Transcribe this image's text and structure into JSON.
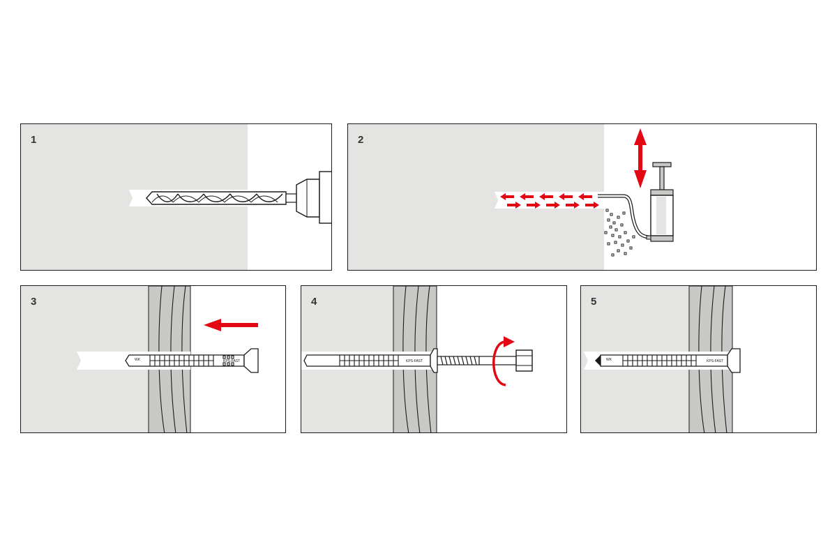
{
  "steps": [
    {
      "number": "1",
      "action": "drill"
    },
    {
      "number": "2",
      "action": "clean"
    },
    {
      "number": "3",
      "action": "insert"
    },
    {
      "number": "4",
      "action": "tighten"
    },
    {
      "number": "5",
      "action": "installed"
    }
  ],
  "anchor": {
    "product_mark": "KPS-FAST",
    "tip_mark": "WK"
  },
  "colors": {
    "wall": "#e4e4e2",
    "fixture": "#c8c8c6",
    "arrow": "#e30613",
    "outline": "#1a1a1a",
    "hole": "#ffffff"
  }
}
